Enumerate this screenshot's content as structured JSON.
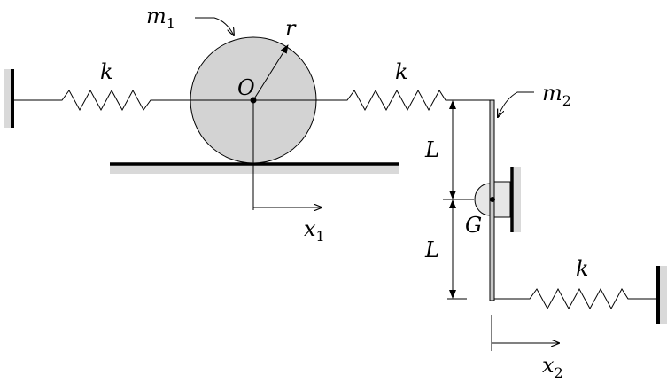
{
  "labels": {
    "mass1": "m",
    "mass1_sub": "1",
    "mass2": "m",
    "mass2_sub": "2",
    "radius": "r",
    "center": "O",
    "spring_left": "k",
    "spring_middle": "k",
    "spring_right": "k",
    "length_top": "L",
    "length_bottom": "L",
    "pivot": "G",
    "disp1": "x",
    "disp1_sub": "1",
    "disp2": "x",
    "disp2_sub": "2"
  },
  "colors": {
    "disk_fill": "#d3d3d3",
    "ground_shadow": "#d9d9d9",
    "bar_fill": "#c8c8c8",
    "ink": "#000000"
  }
}
